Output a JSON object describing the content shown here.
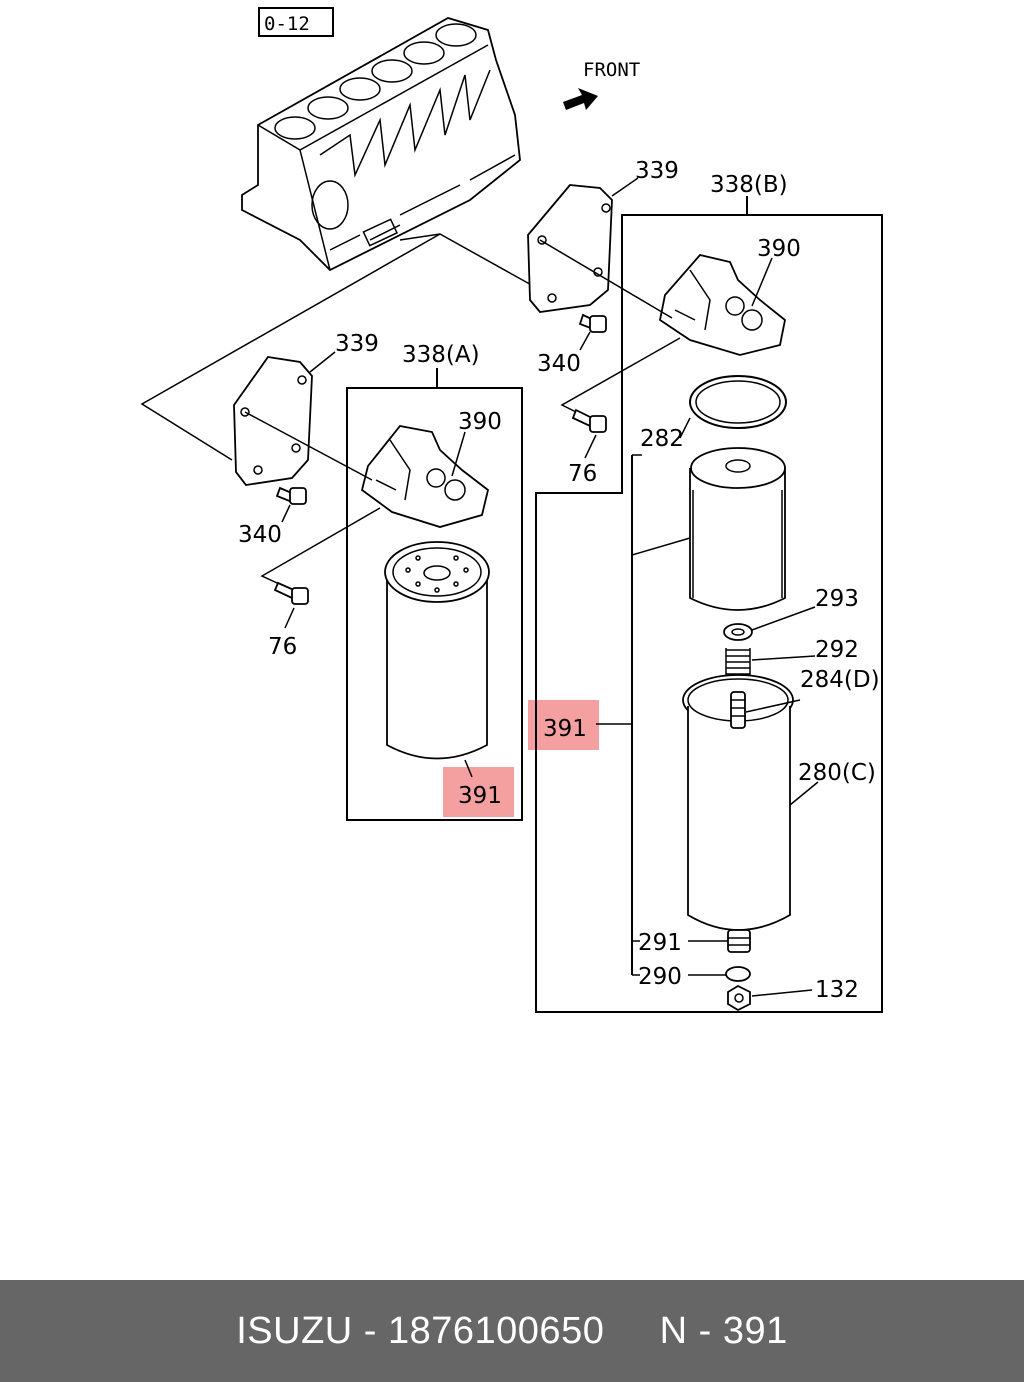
{
  "diagram": {
    "ref_box": "0-12",
    "front_label": "FRONT",
    "labels": {
      "l339a": "339",
      "l338b": "338(B)",
      "l390b": "390",
      "l340a": "340",
      "l76a": "76",
      "l339b": "339",
      "l338a": "338(A)",
      "l390a": "390",
      "l340b": "340",
      "l76b": "76",
      "l282": "282",
      "l293": "293",
      "l292": "292",
      "l284": "284(D)",
      "l280": "280(C)",
      "l291": "291",
      "l290": "290",
      "l132": "132",
      "l391a": "391",
      "l391b": "391"
    },
    "highlight_color": "#f4a0a0"
  },
  "footer": {
    "brand": "ISUZU",
    "part_number": "1876100650",
    "ref": "N - 391"
  }
}
